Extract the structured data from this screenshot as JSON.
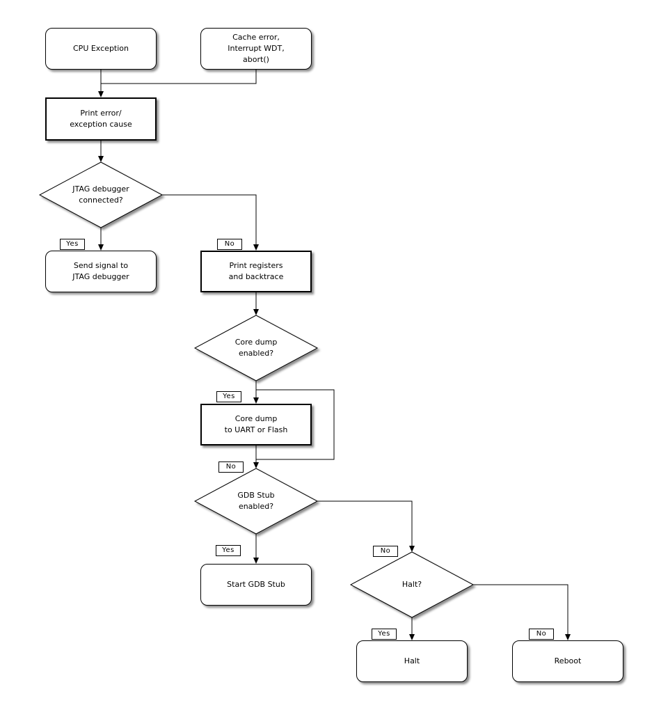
{
  "diagram": {
    "background_color": "#ffffff",
    "line_color": "#000000",
    "node_fill_color": "#ffffff",
    "nodes": {
      "cpu_exception": {
        "type": "terminator",
        "label": "CPU Exception"
      },
      "cache_error": {
        "type": "terminator",
        "label": "Cache error,\nInterrupt WDT,\nabort()"
      },
      "print_error": {
        "type": "process",
        "label": "Print error/\nexception cause"
      },
      "jtag_connected": {
        "type": "decision",
        "label": "JTAG debugger\nconnected?"
      },
      "send_signal": {
        "type": "terminator",
        "label": "Send signal to\nJTAG debugger"
      },
      "print_registers": {
        "type": "process",
        "label": "Print registers\nand backtrace"
      },
      "core_dump_enabled": {
        "type": "decision",
        "label": "Core dump\nenabled?"
      },
      "core_dump": {
        "type": "process",
        "label": "Core dump\nto UART or Flash"
      },
      "gdb_stub_enabled": {
        "type": "decision",
        "label": "GDB Stub\nenabled?"
      },
      "start_gdb_stub": {
        "type": "terminator",
        "label": "Start GDB Stub"
      },
      "halt_question": {
        "type": "decision",
        "label": "Halt?"
      },
      "halt": {
        "type": "terminator",
        "label": "Halt"
      },
      "reboot": {
        "type": "terminator",
        "label": "Reboot"
      }
    },
    "edge_labels": {
      "jtag_yes": "Yes",
      "jtag_no": "No",
      "core_dump_yes": "Yes",
      "core_dump_no": "No",
      "gdb_yes": "Yes",
      "gdb_no": "No",
      "halt_yes": "Yes",
      "halt_no": "No"
    }
  }
}
